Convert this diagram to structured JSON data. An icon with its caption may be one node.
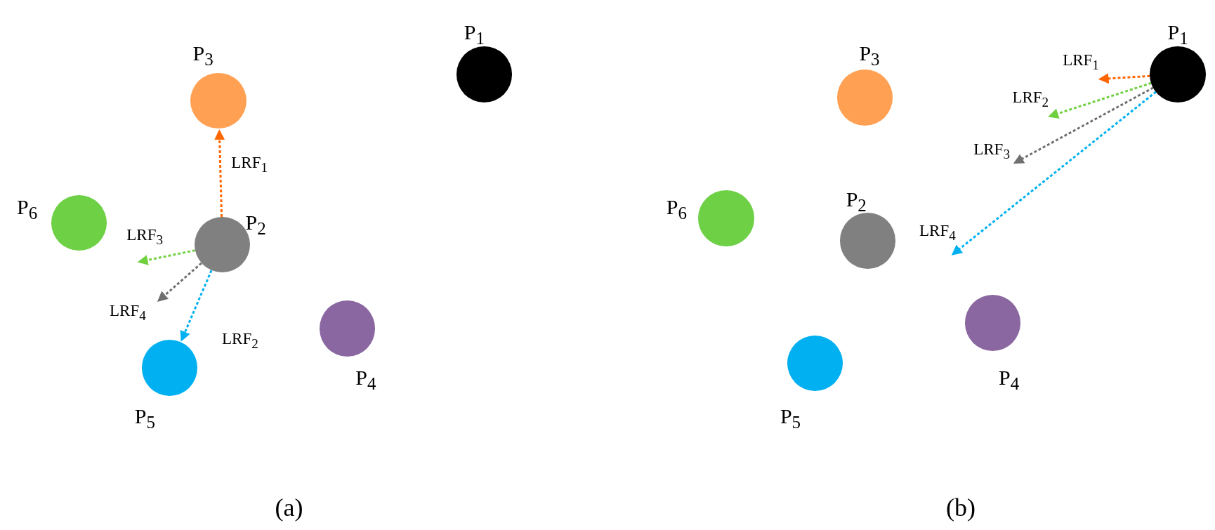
{
  "diagram": {
    "nodes": [
      {
        "text": [
          "P$_{3}$"
        ]
      },
      {
        "text": [
          "P$_{1}$"
        ]
      },
      {
        "text": [
          "P$_{6}$"
        ]
      },
      {
        "text": [
          "P$_{2}$"
        ]
      },
      {
        "text": [
          "P$_{4}$"
        ]
      },
      {
        "text": [
          "P$_{5}$"
        ]
      },
      {
        "text": [
          "P$_{3}$"
        ]
      },
      {
        "text": [
          "P$_{1}$"
        ]
      },
      {
        "text": [
          "P$_{6}$"
        ]
      },
      {
        "text": [
          "P$_{2}$"
        ]
      },
      {
        "text": [
          "P$_{4}$"
        ]
      },
      {
        "text": [
          "P$_{5}$"
        ]
      }
    ],
    "edges": [
      {
        "from": 3,
        "to": 0,
        "arrow": "to",
        "label": "LRF$_{1}$",
        "style": "dashed",
        "color": "#ff6600"
      },
      {
        "from": 3,
        "to": null,
        "arrow": "to",
        "label": "LRF$_{3}$",
        "style": "dashed",
        "color": "#70d040"
      },
      {
        "from": 3,
        "to": null,
        "arrow": "to",
        "label": "LRF$_{4}$",
        "style": "dashed",
        "color": "#707070"
      },
      {
        "from": 3,
        "to": 5,
        "arrow": "to",
        "label": "LRF$_{2}$",
        "style": "dashed",
        "color": "#00b0f0"
      },
      {
        "from": 7,
        "to": null,
        "arrow": "to",
        "label": "LRF$_{1}$",
        "style": "dashed",
        "color": "#ff6600"
      },
      {
        "from": 7,
        "to": null,
        "arrow": "to",
        "label": "LRF$_{2}$",
        "style": "dashed",
        "color": "#70d040"
      },
      {
        "from": 7,
        "to": null,
        "arrow": "to",
        "label": "LRF$_{3}$",
        "style": "dashed",
        "color": "#707070"
      },
      {
        "from": 7,
        "to": null,
        "arrow": "to",
        "label": "LRF$_{4}$",
        "style": "dashed",
        "color": "#00b0f0"
      }
    ],
    "labels": [
      "(a)",
      "(b)"
    ]
  }
}
